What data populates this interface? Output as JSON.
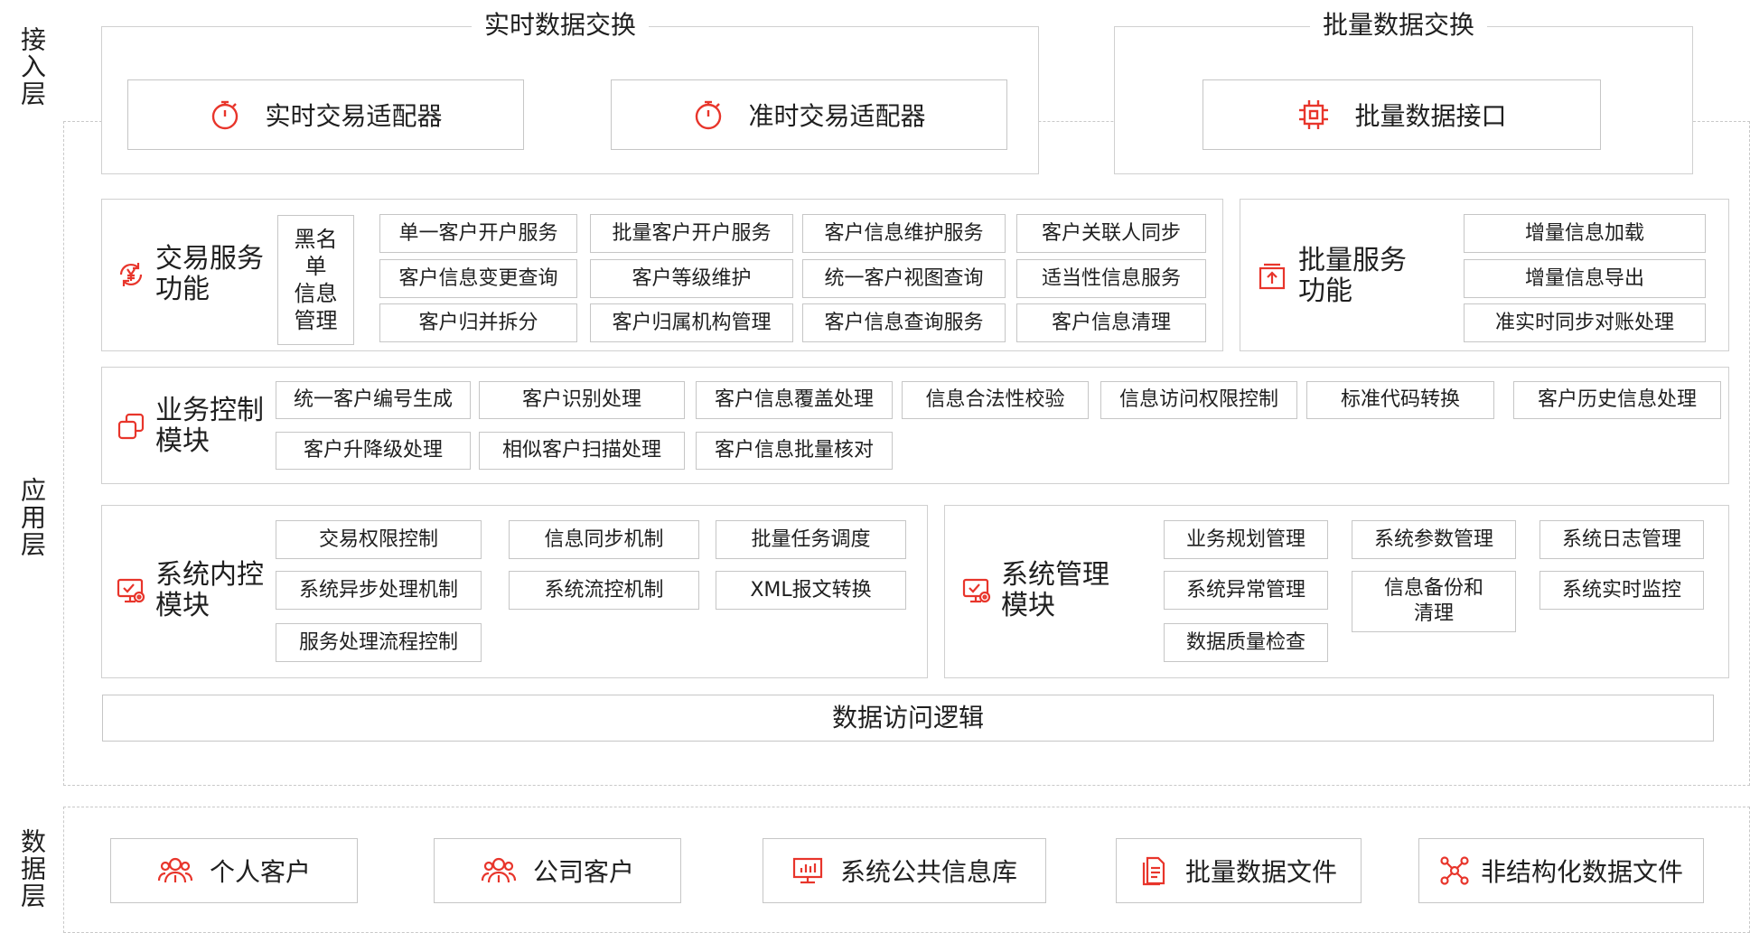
{
  "colors": {
    "accent": "#e8352b",
    "border": "#c6c6c6",
    "dashed": "#c9c9c9"
  },
  "layers": {
    "access": "接入层",
    "application": "应用层",
    "data": "数据层"
  },
  "access": {
    "realtime": {
      "title": "实时数据交换",
      "items": [
        {
          "label": "实时交易适配器",
          "icon": "stopwatch-icon"
        },
        {
          "label": "准时交易适配器",
          "icon": "stopwatch-icon"
        }
      ]
    },
    "batch": {
      "title": "批量数据交换",
      "items": [
        {
          "label": "批量数据接口",
          "icon": "chip-icon"
        }
      ]
    }
  },
  "app": {
    "trade": {
      "title_line1": "交易服务",
      "title_line2": "功能",
      "icon": "currency-cycle-icon",
      "blacklist": [
        "黑名",
        "单",
        "信息",
        "管理"
      ],
      "items": [
        "单一客户开户服务",
        "批量客户开户服务",
        "客户信息维护服务",
        "客户关联人同步",
        "客户信息变更查询",
        "客户等级维护",
        "统一客户视图查询",
        "适当性信息服务",
        "客户归并拆分",
        "客户归属机构管理",
        "客户信息查询服务",
        "客户信息清理"
      ]
    },
    "batch_service": {
      "title_line1": "批量服务",
      "title_line2": "功能",
      "icon": "upload-tray-icon",
      "items": [
        "增量信息加载",
        "增量信息导出",
        "准实时同步对账处理"
      ]
    },
    "business": {
      "title_line1": "业务控制",
      "title_line2": "模块",
      "icon": "copy-icon",
      "items": [
        "统一客户编号生成",
        "客户识别处理",
        "客户信息覆盖处理",
        "信息合法性校验",
        "信息访问权限控制",
        "标准代码转换",
        "客户历史信息处理",
        "客户升降级处理",
        "相似客户扫描处理",
        "客户信息批量核对"
      ]
    },
    "internal": {
      "title_line1": "系统内控",
      "title_line2": "模块",
      "icon": "monitor-check-icon",
      "items": [
        "交易权限控制",
        "信息同步机制",
        "批量任务调度",
        "系统异步处理机制",
        "系统流控机制",
        "XML报文转换",
        "服务处理流程控制"
      ]
    },
    "sysmgmt": {
      "title_line1": "系统管理",
      "title_line2": "模块",
      "icon": "monitor-check-icon",
      "items": [
        "业务规划管理",
        "系统参数管理",
        "系统日志管理",
        "系统异常管理",
        "信息备份和",
        "清理",
        "系统实时监控",
        "数据质量检查"
      ]
    },
    "data_access": "数据访问逻辑"
  },
  "data_layer": {
    "items": [
      {
        "label": "个人客户",
        "icon": "users-icon"
      },
      {
        "label": "公司客户",
        "icon": "users-icon"
      },
      {
        "label": "系统公共信息库",
        "icon": "monitor-chart-icon"
      },
      {
        "label": "批量数据文件",
        "icon": "document-icon"
      },
      {
        "label": "非结构化数据文件",
        "icon": "network-icon"
      }
    ]
  }
}
